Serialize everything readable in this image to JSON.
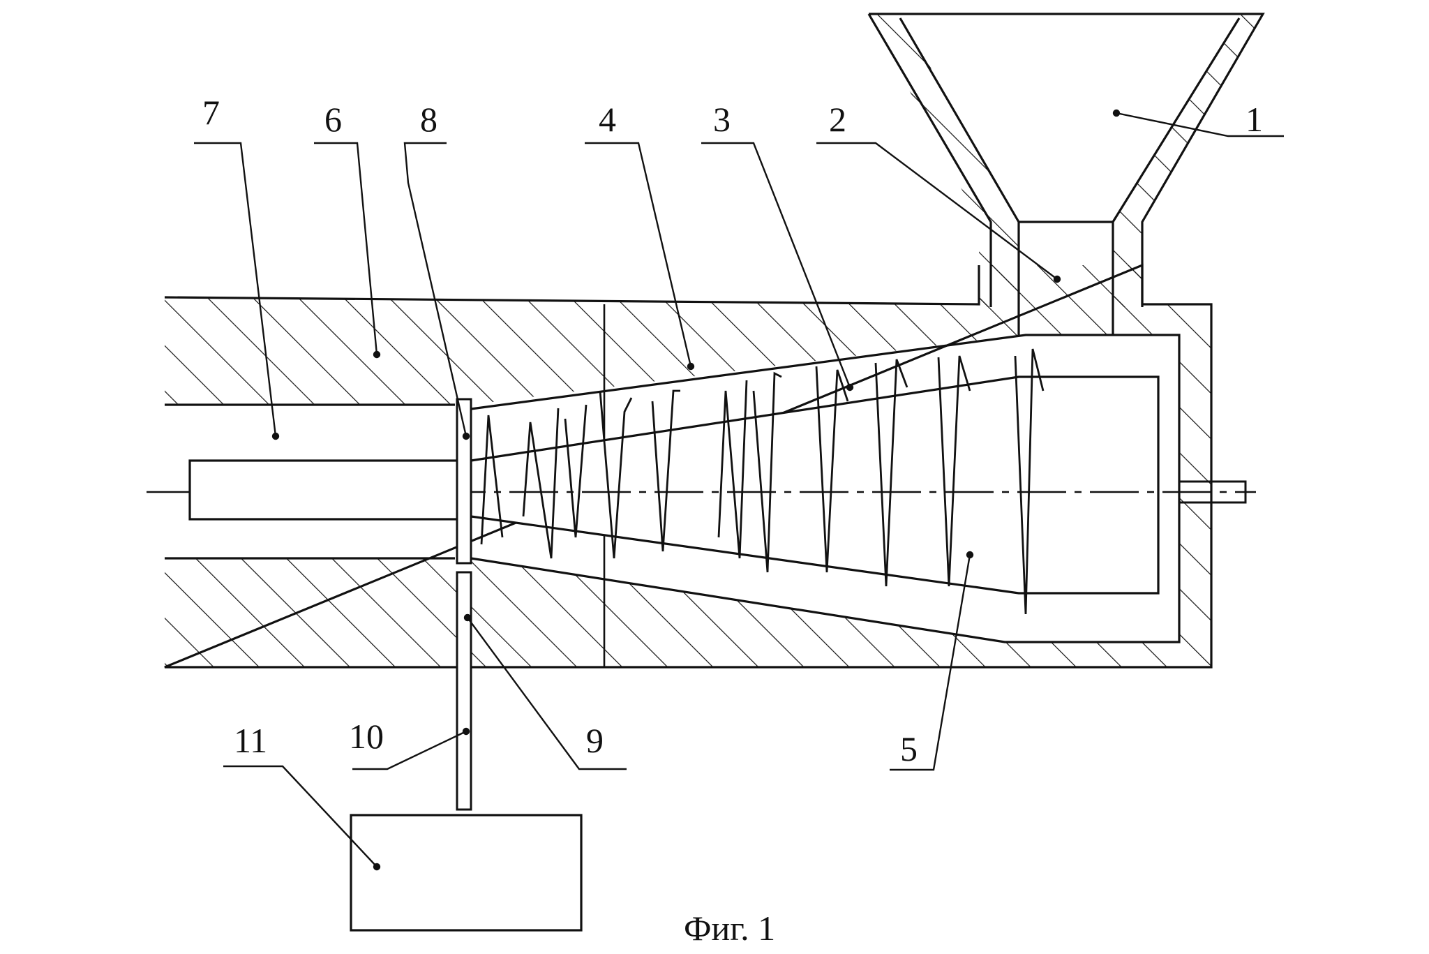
{
  "figure": {
    "caption": "Фиг. 1",
    "labels": {
      "n1": "1",
      "n2": "2",
      "n3": "3",
      "n4": "4",
      "n5": "5",
      "n6": "6",
      "n7": "7",
      "n8": "8",
      "n9": "9",
      "n10": "10",
      "n11": "11"
    }
  }
}
